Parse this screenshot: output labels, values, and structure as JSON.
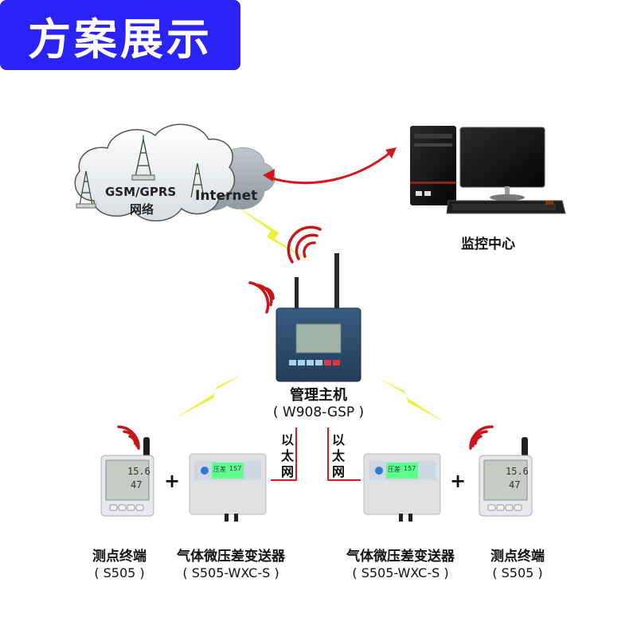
{
  "title": "方案展示",
  "cloud": {
    "network_label": "GSM/GPRS",
    "network_sublabel": "网络",
    "internet_label": "Internet"
  },
  "monitoring_center": {
    "label": "监控中心"
  },
  "host": {
    "name": "管理主机",
    "model": "( W908-GSP )"
  },
  "ethernet_link": {
    "label_chars": [
      "以",
      "太",
      "网"
    ]
  },
  "left_group": {
    "terminal": {
      "name": "测点终端",
      "model": "( S505 )",
      "display_temp": "15.6",
      "display_humidity": "47"
    },
    "plus": "+",
    "transmitter": {
      "name": "气体微压差变送器",
      "model": "( S505-WXC-S )",
      "display_label": "压差",
      "display_value": "157"
    }
  },
  "right_group": {
    "transmitter": {
      "name": "气体微压差变送器",
      "model": "( S505-WXC-S )",
      "display_label": "压差",
      "display_value": "157"
    },
    "plus": "+",
    "terminal": {
      "name": "测点终端",
      "model": "( S505 )",
      "display_temp": "15.6",
      "display_humidity": "47"
    }
  },
  "colors": {
    "banner": "#2b22f5",
    "wireless_waves": "#c8161d",
    "lightning": "#eef03c",
    "ethernet_line": "#e01818",
    "host_body": "#2c4a6b",
    "lcd_green": "#5dff8a"
  }
}
